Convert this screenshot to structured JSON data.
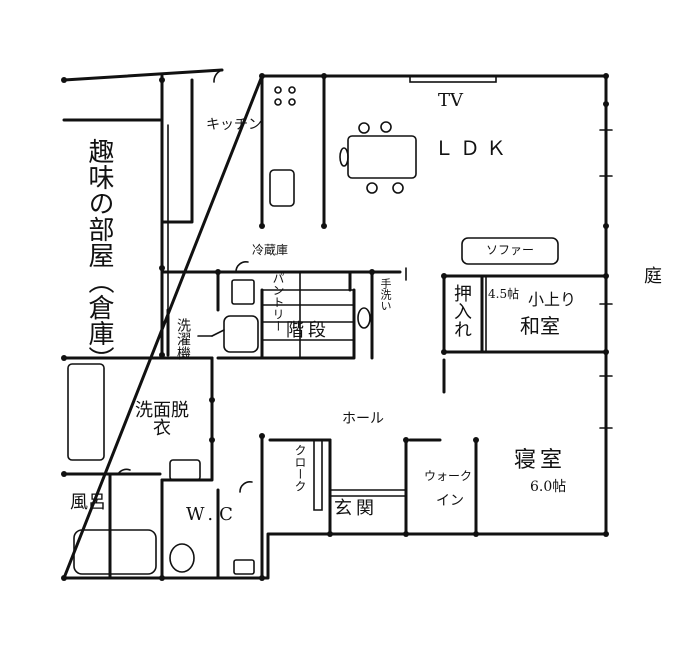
{
  "rooms": {
    "hobby": "趣味の部屋（倉庫）",
    "kitchen": "キッチン",
    "ldk": "ＬＤＫ",
    "tv": "TV",
    "sofa": "ソファー",
    "fridge": "冷蔵庫",
    "pantry": "パントリー",
    "handwash": "手洗い",
    "stairs": "階段",
    "washer": "洗濯機",
    "washroom": "洗面脱衣",
    "bath": "風呂",
    "wc": "W.C",
    "hall": "ホール",
    "cloak": "クローク",
    "entrance": "玄関",
    "walkin_top": "ウォーク",
    "walkin_bottom": "イン",
    "bedroom": "寝室",
    "bedroom_size": "6.0帖",
    "oshiire": "押入れ",
    "washitsu_size": "4.5帖",
    "washitsu_type": "小上り",
    "washitsu": "和室",
    "garden": "庭"
  }
}
